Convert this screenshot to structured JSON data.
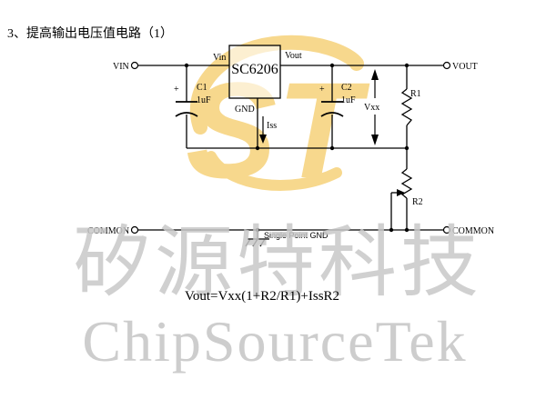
{
  "title": "3、提高输出电压值电路（1）",
  "watermark": {
    "logo_text": "ST",
    "cn_text": "矽源特科技",
    "en_text": "ChipSourceTek",
    "logo_color": "#f6d27a",
    "text_color": "#c8c8c8"
  },
  "circuit": {
    "ic_label": "SC6206",
    "pin_vin": "Vin",
    "pin_vout": "Vout",
    "pin_gnd": "GND",
    "terminal_vin": "VIN",
    "terminal_vout": "VOUT",
    "terminal_common_left": "COMMON",
    "terminal_common_right": "COMMON",
    "c1_name": "C1",
    "c1_value": "1uF",
    "c2_name": "C2",
    "c2_value": "1uF",
    "plus_sign": "+",
    "iss_label": "Iss",
    "vxx_label": "Vxx",
    "r1_label": "R1",
    "r2_label": "R2",
    "ground_label": "Single Point GND"
  },
  "formula": "Vout=Vxx(1+R2/R1)+IssR2"
}
